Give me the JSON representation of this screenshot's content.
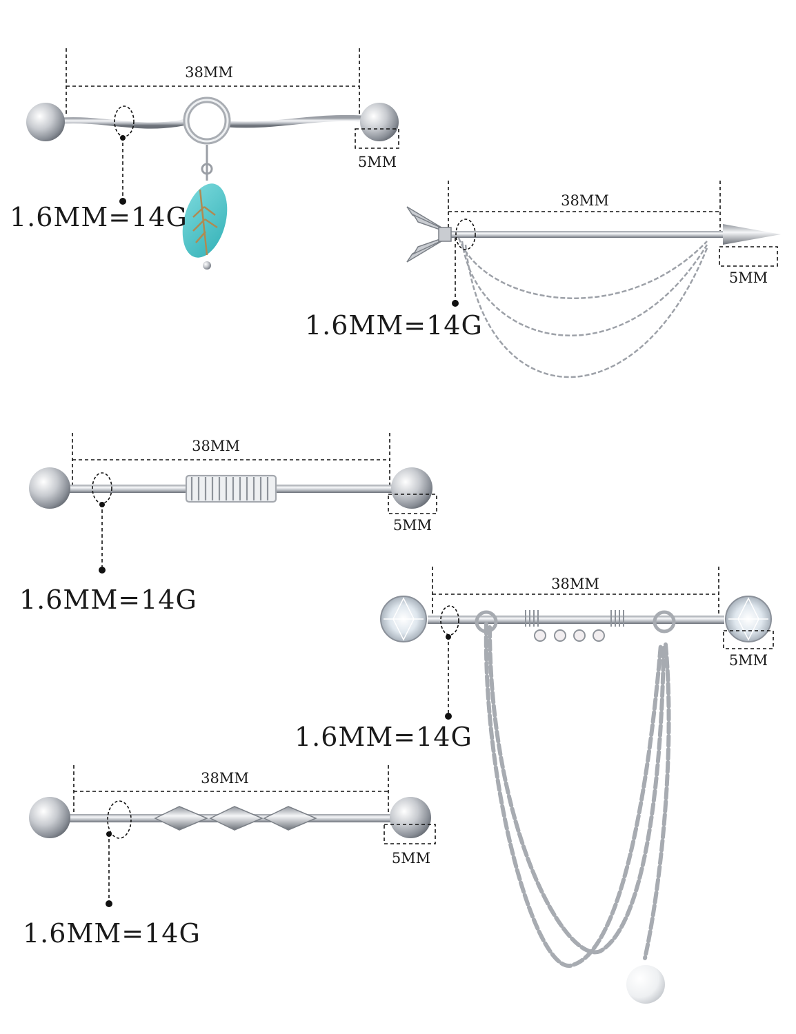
{
  "products": [
    {
      "length": "38MM",
      "ball": "5MM",
      "gauge": "1.6MM=14G"
    },
    {
      "length": "38MM",
      "ball": "5MM",
      "gauge": "1.6MM=14G"
    },
    {
      "length": "38MM",
      "ball": "5MM",
      "gauge": "1.6MM=14G"
    },
    {
      "length": "38MM",
      "ball": "5MM",
      "gauge": "1.6MM=14G"
    },
    {
      "length": "38MM",
      "ball": "5MM",
      "gauge": "1.6MM=14G"
    }
  ],
  "colors": {
    "steel_light": "#f4f5f7",
    "steel_mid": "#b9bcc2",
    "steel_dark": "#6e737b",
    "turquoise": "#4fc3c7",
    "pearl": "#f7f7f8",
    "annotation": "#111111"
  }
}
